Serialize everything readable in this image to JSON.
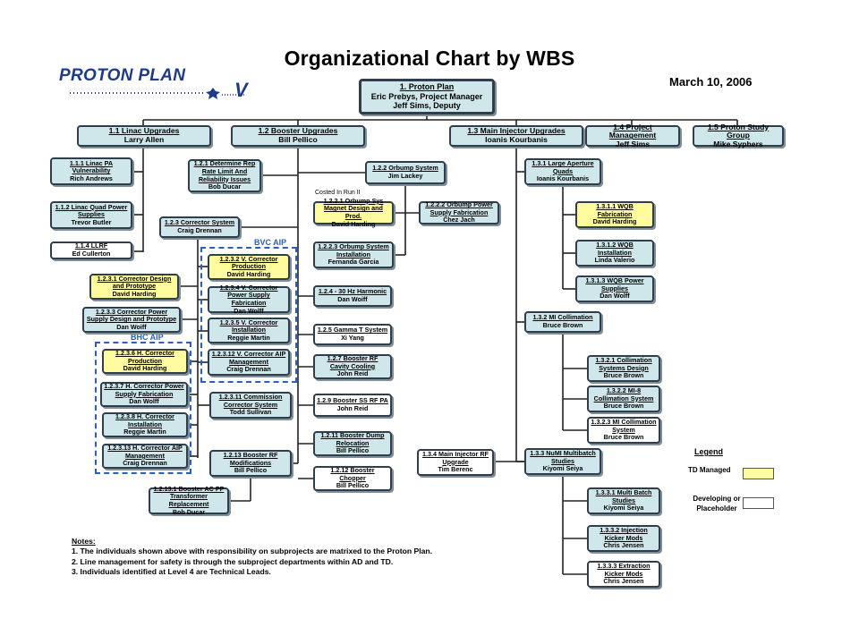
{
  "title": "Organizational Chart by WBS",
  "date": "March 10, 2006",
  "logo": {
    "text": "PROTON PLAN",
    "suffix": "V"
  },
  "cost_note": "Costed In Run II",
  "groups": {
    "bvc": "BVC AIP",
    "bhc": "BHC AIP"
  },
  "legend": {
    "title": "Legend",
    "td_managed": "TD Managed",
    "developing": "Developing or Placeholder",
    "colors": {
      "td": "#fffb9e",
      "developing": "#ffffff",
      "default": "#cfe6ea"
    }
  },
  "notes": {
    "heading": "Notes:",
    "items": [
      "1. The individuals shown above with responsibility on subprojects are matrixed to the Proton Plan.",
      "2. Line management for safety is through the subproject departments within AD and TD.",
      "3. Individuals identified at Level 4 are Technical Leads."
    ]
  },
  "nodes": {
    "n1": {
      "title": "1. Proton Plan",
      "lines": [
        "Eric Prebys, Project Manager",
        "Jeff Sims, Deputy"
      ]
    },
    "n11": {
      "title": "1.1 Linac Upgrades",
      "lines": [
        "Larry Allen"
      ]
    },
    "n12": {
      "title": "1.2 Booster Upgrades",
      "lines": [
        "Bill Pellico"
      ]
    },
    "n13": {
      "title": "1.3 Main Injector Upgrades",
      "lines": [
        "Ioanis Kourbanis"
      ]
    },
    "n14": {
      "title": "1.4 Project Management",
      "lines": [
        "Jeff Sims"
      ]
    },
    "n15": {
      "title": "1.5 Proton Study Group",
      "lines": [
        "Mike Syphers"
      ]
    },
    "n111": {
      "title": "1.1.1 Linac PA Vulnerability",
      "lines": [
        "Rich Andrews"
      ]
    },
    "n112": {
      "title": "1.1.2 Linac Quad Power Supplies",
      "lines": [
        "Trevor Butler"
      ]
    },
    "n114": {
      "title": "1.1.4 LLRF",
      "lines": [
        "Ed Cullerton"
      ]
    },
    "n121": {
      "title": "1.2.1 Determine Rep Rate Limit And Reliability Issues",
      "lines": [
        "Bob Ducar"
      ]
    },
    "n122": {
      "title": "1.2.2 Orbump System",
      "lines": [
        "Jim Lackey"
      ]
    },
    "n1221": {
      "title": "1.2.2.1 Orbump Sys Magnet Design and Prod.",
      "lines": [
        "David Harding"
      ]
    },
    "n1222": {
      "title": "1.2.2.2 Orbump Power Supply Fabrication",
      "lines": [
        "Chez Jach"
      ]
    },
    "n1223": {
      "title": "1.2.2.3 Orbump System Installation",
      "lines": [
        "Fernanda Garcia"
      ]
    },
    "n123": {
      "title": "1.2.3 Corrector System",
      "lines": [
        "Craig Drennan"
      ]
    },
    "n1231": {
      "title": "1.2.3.1 Corrector Design and Prototype",
      "lines": [
        "David Harding"
      ]
    },
    "n1232": {
      "title": "1.2.3.2 V. Corrector Production",
      "lines": [
        "David Harding"
      ]
    },
    "n1233": {
      "title": "1.2.3.3 Corrector Power Supply Design and Prototype",
      "lines": [
        "Dan Woiff"
      ]
    },
    "n1234": {
      "title": "1.2.3.4 V. Corrector Power Supply Fabrication",
      "lines": [
        "Dan Wolff"
      ]
    },
    "n1235": {
      "title": "1.2.3.5 V. Corrector Installation",
      "lines": [
        "Reggie Martin"
      ]
    },
    "n1236": {
      "title": "1.2.3.6 H. Corrector Production",
      "lines": [
        "David Harding"
      ]
    },
    "n1237": {
      "title": "1.2.3.7 H. Corrector Power Supply Fabrication",
      "lines": [
        "Dan Wolff"
      ]
    },
    "n1238": {
      "title": "1.2.3.8 H. Corrector Installation",
      "lines": [
        "Reggie Martin"
      ]
    },
    "n12311": {
      "title": "1.2.3.11 Commission Corrector System",
      "lines": [
        "Todd Sullivan"
      ]
    },
    "n12312": {
      "title": "1.2.3.12 V. Corrector AIP Management",
      "lines": [
        "Craig Drennan"
      ]
    },
    "n12313": {
      "title": "1.2.3.13 H. Corrector AIP Management",
      "lines": [
        "Craig Drennan"
      ]
    },
    "n124": {
      "title": "1.2.4 - 30 Hz Harmonic",
      "lines": [
        "Dan Woiff"
      ]
    },
    "n125": {
      "title": "1.2.5 Gamma T System",
      "lines": [
        "Xi Yang"
      ]
    },
    "n127": {
      "title": "1.2.7 Booster RF Cavity Cooling",
      "lines": [
        "John Reid"
      ]
    },
    "n129": {
      "title": "1.2.9 Booster SS RF PA",
      "lines": [
        "John Reid"
      ]
    },
    "n1211": {
      "title": "1.2.11 Booster Dump Relocation",
      "lines": [
        "Bill Pellico"
      ]
    },
    "n1212": {
      "title": "1.2.12 Booster Chopper",
      "lines": [
        "Bill Pellico"
      ]
    },
    "n1213": {
      "title": "1.2.13 Booster RF Modifications",
      "lines": [
        "Bill Pellico"
      ]
    },
    "n12131": {
      "title": "1.2.13.1 Booster AC PP Transformer Replacement",
      "lines": [
        "Bob Ducar"
      ]
    },
    "n131": {
      "title": "1.3.1 Large Aperture Quads",
      "lines": [
        "Ioanis Kourbanis"
      ]
    },
    "n1311": {
      "title": "1.3.1.1 WQB Fabrication",
      "lines": [
        "David Harding"
      ]
    },
    "n1312": {
      "title": "1.3.1.2 WQB Installation",
      "lines": [
        "Linda Valerio"
      ]
    },
    "n1313": {
      "title": "1.3.1.3 WQB Power Supplies",
      "lines": [
        "Dan Wolff"
      ]
    },
    "n132": {
      "title": "1.3.2 MI Collimation",
      "lines": [
        "Bruce Brown"
      ]
    },
    "n1321": {
      "title": "1.3.2.1 Collimation Systems Design",
      "lines": [
        "Bruce Brown"
      ]
    },
    "n1322": {
      "title": "1.3.2.2 MI-8 Collimation System",
      "lines": [
        "Bruce Brown"
      ]
    },
    "n1323": {
      "title": "1.3.2.3 MI Collimation System",
      "lines": [
        "Bruce Brown"
      ]
    },
    "n133": {
      "title": "1.3.3 NuMI Multibatch Studies",
      "lines": [
        "Kiyomi Seiya"
      ]
    },
    "n1331": {
      "title": "1.3.3.1 Multi Batch Studies",
      "lines": [
        "Kiyomi Seiya"
      ]
    },
    "n1332": {
      "title": "1.3.3.2 Injection Kicker Mods",
      "lines": [
        "Chris Jensen"
      ]
    },
    "n1333": {
      "title": "1.3.3.3 Extraction Kicker Mods",
      "lines": [
        "Chris Jensen"
      ]
    },
    "n134": {
      "title": "1.3.4 Main Injector RF Upgrade",
      "lines": [
        "Tim Berenc"
      ]
    }
  }
}
